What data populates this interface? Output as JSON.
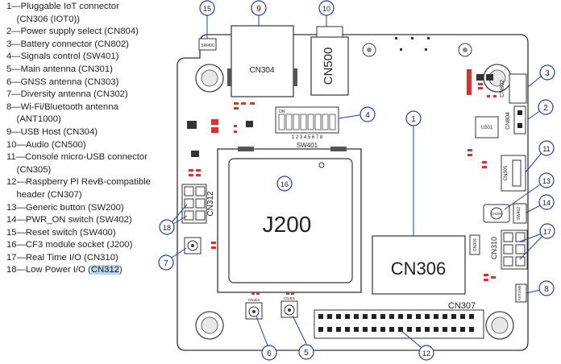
{
  "legend": [
    "1—Pluggable IoT connector",
    "    (CN306 (IOT0))",
    "2—Power supply select (CN804)",
    "3—Battery connector (CN802)",
    "4—Signals control (SW401)",
    "5—Main antenna (CN301)",
    "6—GNSS antenna (CN303)",
    "7—Diversity antenna (CN302)",
    "8—Wi-Fi/Bluetooth antenna",
    "    (ANT1000)",
    "9—USB Host (CN304)",
    "10—Audio (CN500)",
    "11—Console micro-USB connector",
    "    (CN305)",
    "12—Raspberry PI RevB-compatible",
    "    header (CN307)",
    "13—Generic button (SW200)",
    "14—PWR_ON switch (SW402)",
    "15—Reset switch (SW400)",
    "16—CF3 module socket (J200)",
    "17—Real Time I/O (CN310)",
    "18—Low Power I/O (",
    "CN312",
    ")"
  ],
  "board": {
    "j200": "J200",
    "cn306": "CN306",
    "cn304": "CN304",
    "cn500": "CN500",
    "sw401": "SW401",
    "sw401_numbers": "1 2 3 4 5 6 7 8",
    "sw401_on": "ON",
    "cn307": "CN307",
    "cn312": "CN312",
    "cn310": "CN310",
    "cn802": "CN802",
    "cn804": "CN804",
    "cn305": "CN305",
    "cn309": "CN309",
    "u301": "U301",
    "sw400": "SW400",
    "sw402": "SW402",
    "cn200": "CN200",
    "cn303": "CN303",
    "cn301": "CN301",
    "ant1000": "ANT1000"
  },
  "callouts": [
    "1",
    "2",
    "3",
    "4",
    "5",
    "6",
    "7",
    "8",
    "9",
    "10",
    "11",
    "12",
    "13",
    "14",
    "15",
    "16",
    "17",
    "18"
  ],
  "colors": {
    "callout": "#1f3fae",
    "outline": "#333333",
    "accent_red": "#d9322b",
    "highlight": "#b9d4ea"
  }
}
